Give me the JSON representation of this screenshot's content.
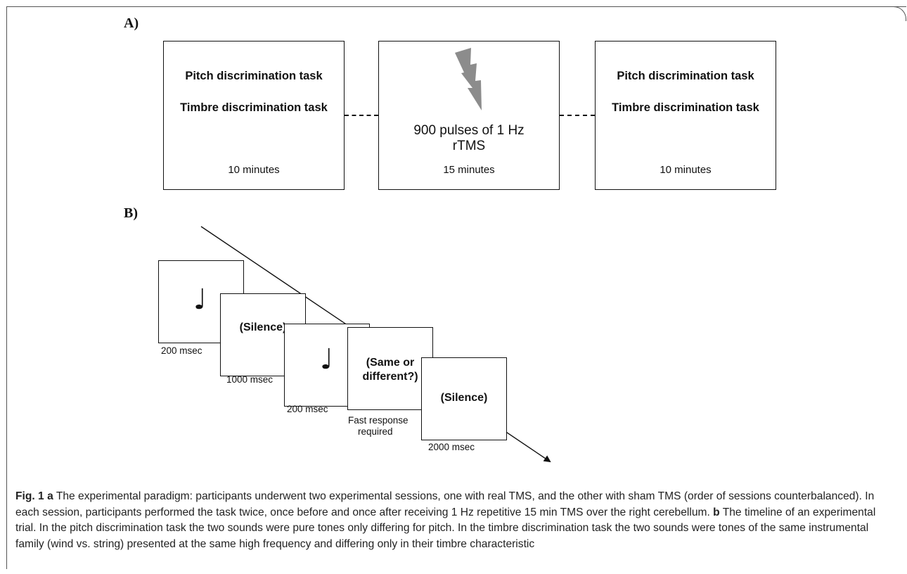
{
  "panel_a": {
    "label": "A)",
    "box_left": {
      "line1": "Pitch discrimination task",
      "line2": "Timbre discrimination task",
      "duration": "10 minutes"
    },
    "box_middle": {
      "icon": "lightning-bolt-icon",
      "line1": "900 pulses of 1 Hz",
      "line2": "rTMS",
      "duration": "15 minutes"
    },
    "box_right": {
      "line1": "Pitch discrimination task",
      "line2": "Timbre discrimination task",
      "duration": "10 minutes"
    }
  },
  "panel_b": {
    "label": "B)",
    "trials": [
      {
        "content_icon": "quarter-note-icon",
        "glyph": "♩",
        "caption": "200 msec"
      },
      {
        "text": "(Silence)",
        "caption": "1000 msec"
      },
      {
        "content_icon": "quarter-note-icon",
        "glyph": "♩",
        "caption": "200 msec"
      },
      {
        "text_line1": "(Same or",
        "text_line2": "different?)",
        "caption_line1": "Fast response",
        "caption_line2": "required"
      },
      {
        "text": "(Silence)",
        "caption": "2000 msec"
      }
    ]
  },
  "caption": {
    "fig_label": "Fig. 1",
    "a_label": "a",
    "a_text": " The experimental paradigm: participants underwent two experimental sessions, one with real TMS, and the other with sham TMS (order of sessions counterbalanced). In each session, participants performed the task twice, once before and once after receiving 1 Hz repetitive 15 min TMS over the right cerebellum. ",
    "b_label": "b",
    "b_text": " The timeline of an experimental trial. In the pitch discrimination task the two sounds were pure tones only differing for pitch. In the timbre discrimination task the two sounds were tones of the same instrumental family (wind vs. string) presented at the same high frequency and differing only in their timbre characteristic"
  },
  "colors": {
    "bolt": "#8c8c8c",
    "line": "#111111",
    "frame": "#555555"
  }
}
